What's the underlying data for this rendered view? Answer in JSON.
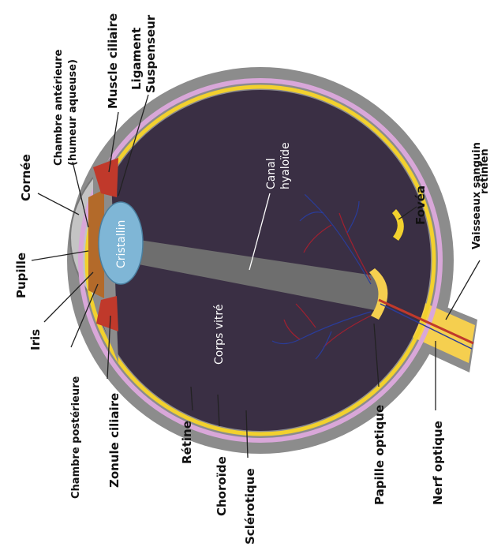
{
  "labels": {
    "pupille": "Pupille",
    "cornee": "Cornée",
    "chambre_anterieure_1": "Chambre antérieure",
    "chambre_anterieure_2": "(humeur aqueuse)",
    "muscle_ciliaire": "Muscle ciliaire",
    "ligament_1": "Ligament",
    "ligament_2": "Suspenseur",
    "canal_1": "Canal",
    "canal_2": "hyaloïde",
    "cristallin": "Cristallin",
    "corps_vitre": "Corps vitré",
    "fovea": "Fovéa",
    "vaisseaux_1": "Vaisseaux sanguin",
    "vaisseaux_2": "rétinien",
    "iris": "Iris",
    "chambre_posterieure": "Chambre postérieure",
    "zonule": "Zonule ciliaire",
    "retine": "Rétine",
    "choroide": "Choroïde",
    "sclerotique": "Sclérotique",
    "papille": "Papille optique",
    "nerf": "Nerf optique"
  },
  "colors": {
    "sclera": "#8c8c8c",
    "choroid": "#d9a7d9",
    "retina": "#f2d12e",
    "vitreous": "#3a2f44",
    "lens": "#7fb6d6",
    "iris": "#b36a2a",
    "ciliary": "#c0392b",
    "cornea": "#c4c4c4",
    "nerve": "#f5cf4f",
    "canal": "#6e6e6e"
  }
}
